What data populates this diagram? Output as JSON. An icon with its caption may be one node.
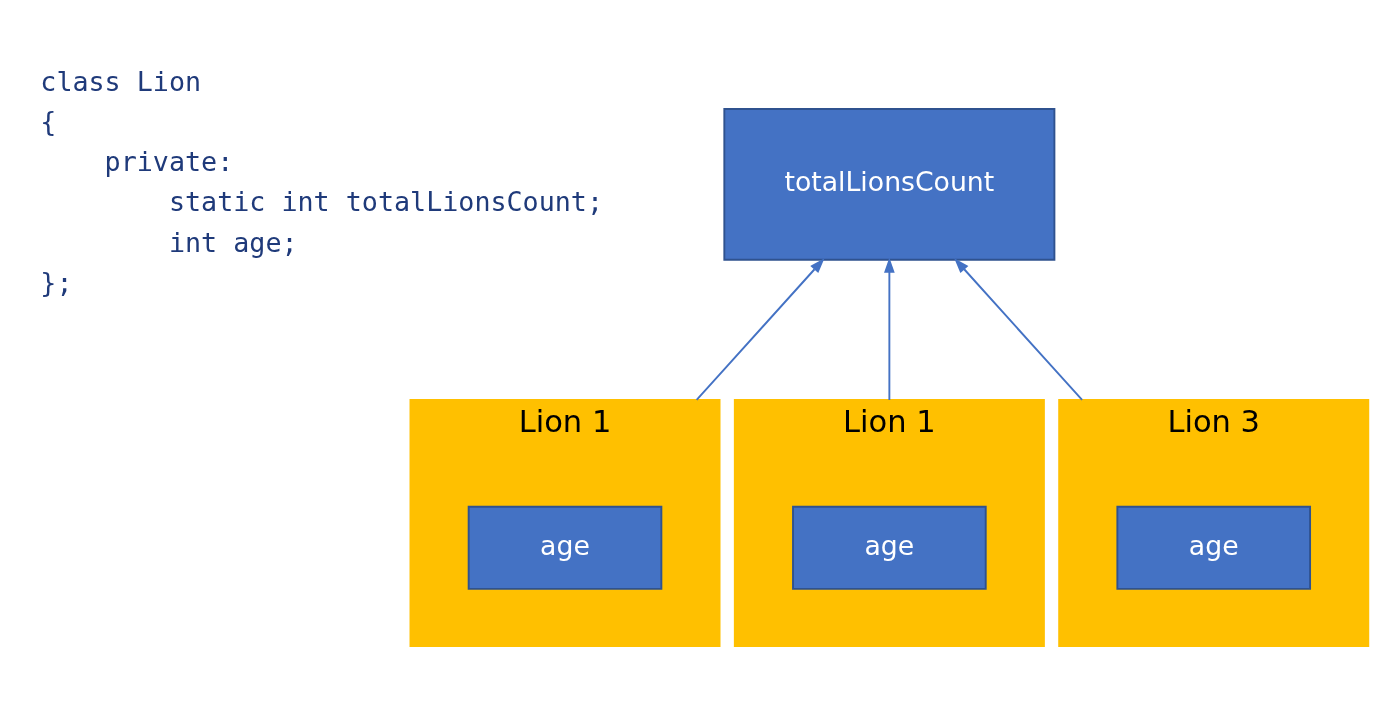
{
  "diagram": {
    "nodes": [
      {
        "text": [
          "totalLionsCount"
        ]
      },
      {
        "text": [
          "Lion 1"
        ]
      },
      {
        "text": [
          "age"
        ],
        "in": 1
      },
      {
        "text": [
          "Lion 1"
        ]
      },
      {
        "text": [
          "age"
        ],
        "in": 3
      },
      {
        "text": [
          "Lion 3"
        ]
      },
      {
        "text": [
          "age"
        ],
        "in": 5
      }
    ],
    "edges": [
      {
        "from": 1,
        "to": 0,
        "arrow": "to"
      },
      {
        "from": 3,
        "to": 0,
        "arrow": "to"
      },
      {
        "from": 5,
        "to": 0,
        "arrow": "to"
      }
    ],
    "labels": [
      "class Lion",
      "{",
      "private:",
      "static int totalLionsCount;",
      "int age;",
      "};"
    ]
  }
}
